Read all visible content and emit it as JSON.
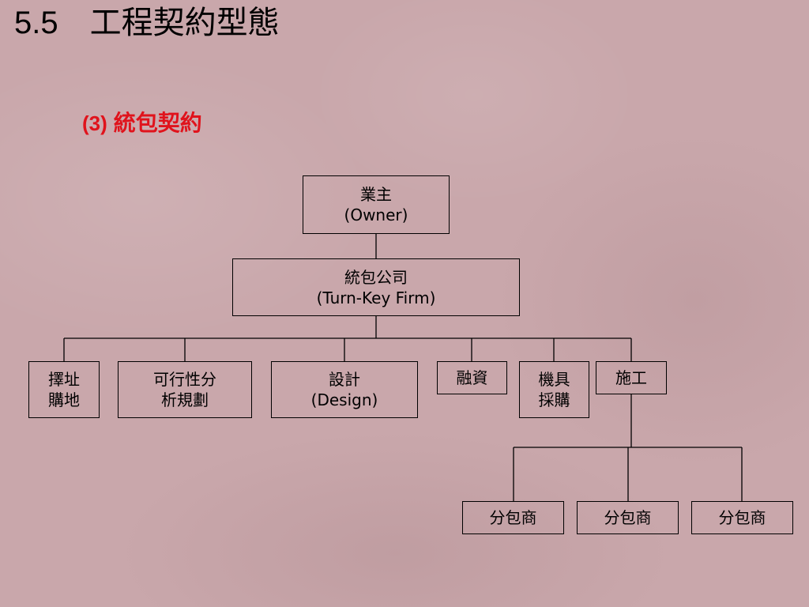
{
  "title": {
    "number": "5.5",
    "text": "工程契約型態"
  },
  "subtitle": {
    "number": "(3)",
    "text": "統包契約"
  },
  "diagram": {
    "owner": {
      "line1": "業主",
      "line2": "(Owner)"
    },
    "turnkey": {
      "line1": "統包公司",
      "line2": "(Turn-Key Firm)"
    },
    "tasks": [
      {
        "line1": "擇址",
        "line2": "購地"
      },
      {
        "line1": "可行性分",
        "line2": "析規劃"
      },
      {
        "line1": "設計",
        "line2": "(Design)"
      },
      {
        "line1": "融資"
      },
      {
        "line1": "機具",
        "line2": "採購"
      },
      {
        "line1": "施工"
      }
    ],
    "subcontractors": [
      {
        "label": "分包商"
      },
      {
        "label": "分包商"
      },
      {
        "label": "分包商"
      }
    ]
  }
}
